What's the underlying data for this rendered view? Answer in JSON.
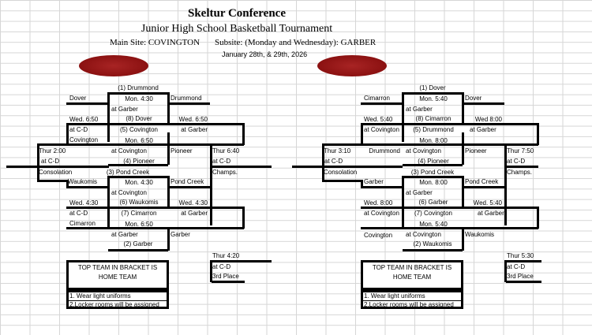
{
  "header": {
    "title": "Skeltur Conference",
    "subtitle": "Junior High School Basketball Tournament",
    "main_site": "Main Site:  COVINGTON",
    "subsite": "Subsite:  (Monday and Wednesday):  GARBER",
    "dates": "January 28th, & 29th, 2026",
    "logo_color": "#8b1111"
  },
  "bracket_left": {
    "seed1": "(1)  Drummond",
    "team_dover": "Dover",
    "game_mon430_a": "Mon. 4:30",
    "winner_drummond": "Drummond",
    "at_garber_a": "at Garber",
    "wed650_a": "Wed. 6:50",
    "seed8": "(8) Dover",
    "wed650_b": "Wed. 6:50",
    "atcd_a": "at C-D",
    "seed5": "(5) Covington",
    "at_garber_b": "at Garber",
    "team_covington": "Covington",
    "game_mon650_a": "Mon. 6:50",
    "thur200": "Thur 2:00",
    "at_covington_a": "at Covington",
    "winner_pioneer": "Pioneer",
    "thur640": "Thur 6:40",
    "atcd_b": "at C-D",
    "seed4": "(4) Pioneer",
    "atcd_c": "at C-D",
    "consolation": "Consolation",
    "seed3": "(3) Pond Creek",
    "champs": "Champs.",
    "team_waukomis": "Waukomis",
    "game_mon430_b": "Mon. 4:30",
    "winner_pondcreek": "Pond Creek",
    "at_covington_b": "at Covington",
    "wed430_a": "Wed. 4:30",
    "seed6": "(6) Waukomis",
    "wed430_b": "Wed. 4:30",
    "atcd_d": "at C-D",
    "seed7": "(7) Cimarron",
    "at_garber_c": "at Garber",
    "team_cimarron": "Cimarron",
    "game_mon650_b": "Mon. 6:50",
    "at_garber_d": "at Garber",
    "winner_garber": "Garber",
    "seed2": "(2) Garber",
    "thur420": "Thur 4:20",
    "atcd_e": "at C-D",
    "third_place": "3rd Place",
    "note_top_1": "TOP TEAM IN BRACKET IS",
    "note_top_2": "HOME TEAM",
    "note_1": "1. Wear light uniforms",
    "note_2": "2.Locker rooms will be assigned"
  },
  "bracket_right": {
    "seed1": "(1) Dover",
    "team_cimarron": "Cimarron",
    "game_mon540_a": "Mon. 5:40",
    "winner_dover": "Dover",
    "at_garber_a": "at Garber",
    "wed540_a": "Wed. 5:40",
    "seed8": "(8) Cimarron",
    "wed800_a": "Wed 8:00",
    "at_covington_a": "at Covington",
    "seed5": "(5) Drummond",
    "at_garber_b": "at Garber",
    "game_mon800_a": "Mon. 8:00",
    "thur310": "Thur 3:10",
    "team_drummond": "Drummond",
    "at_covington_b": "at Covington",
    "winner_pioneer": "Pioneer",
    "thur750": "Thur 7:50",
    "atcd_a": "at C-D",
    "seed4": "(4) Pioneer",
    "atcd_b": "at C-D",
    "consolation": "Consolation",
    "seed3": "(3) Pond Creek",
    "champs": "Champs.",
    "team_garber": "Garber",
    "game_mon800_b": "Mon. 8:00",
    "winner_pondcreek": "Pond Creek",
    "at_garber_c": "at Garber",
    "wed800_b": "Wed. 8:00",
    "seed6": "(6) Garber",
    "wed540_b": "Wed. 5:40",
    "at_covington_c": "at Covington",
    "seed7": "(7) Covington",
    "at_garber_d": "at Garber",
    "game_mon540_b": "Mon. 5:40",
    "team_covington": "Covington",
    "at_covington_d": "at Covington",
    "winner_waukomis": "Waukomis",
    "seed2": "(2) Waukomis",
    "thur530": "Thur 5:30",
    "atcd_c": "at C-D",
    "third_place": "3rd Place",
    "note_top_1": "TOP TEAM IN BRACKET IS",
    "note_top_2": "HOME TEAM",
    "note_1": "1. Wear light uniforms",
    "note_2": "2.Locker rooms will be assigned"
  }
}
